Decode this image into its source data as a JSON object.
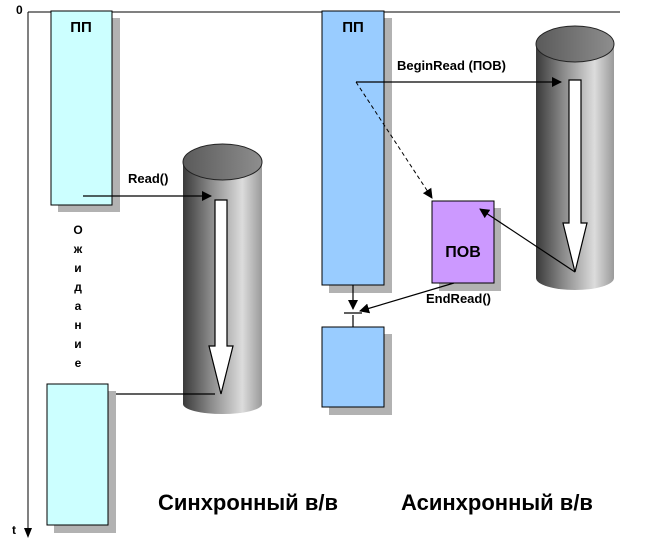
{
  "axis": {
    "origin_label": "0",
    "time_label": "t"
  },
  "sync": {
    "thread_label": "ПП",
    "call_label": "Read()",
    "wait_letters": [
      "О",
      "ж",
      "и",
      "д",
      "а",
      "н",
      "и",
      "е"
    ],
    "caption": "Синхронный в/в"
  },
  "async": {
    "thread_label": "ПП",
    "begin_label": "BeginRead (ПОВ)",
    "pov_label": "ПОВ",
    "end_label": "EndRead()",
    "caption": "Асинхронный в/в"
  },
  "colors": {
    "thread_sync": "#ccffff",
    "thread_async": "#99ccff",
    "pov": "#cc99ff",
    "shadow": "#b2b2b2"
  }
}
